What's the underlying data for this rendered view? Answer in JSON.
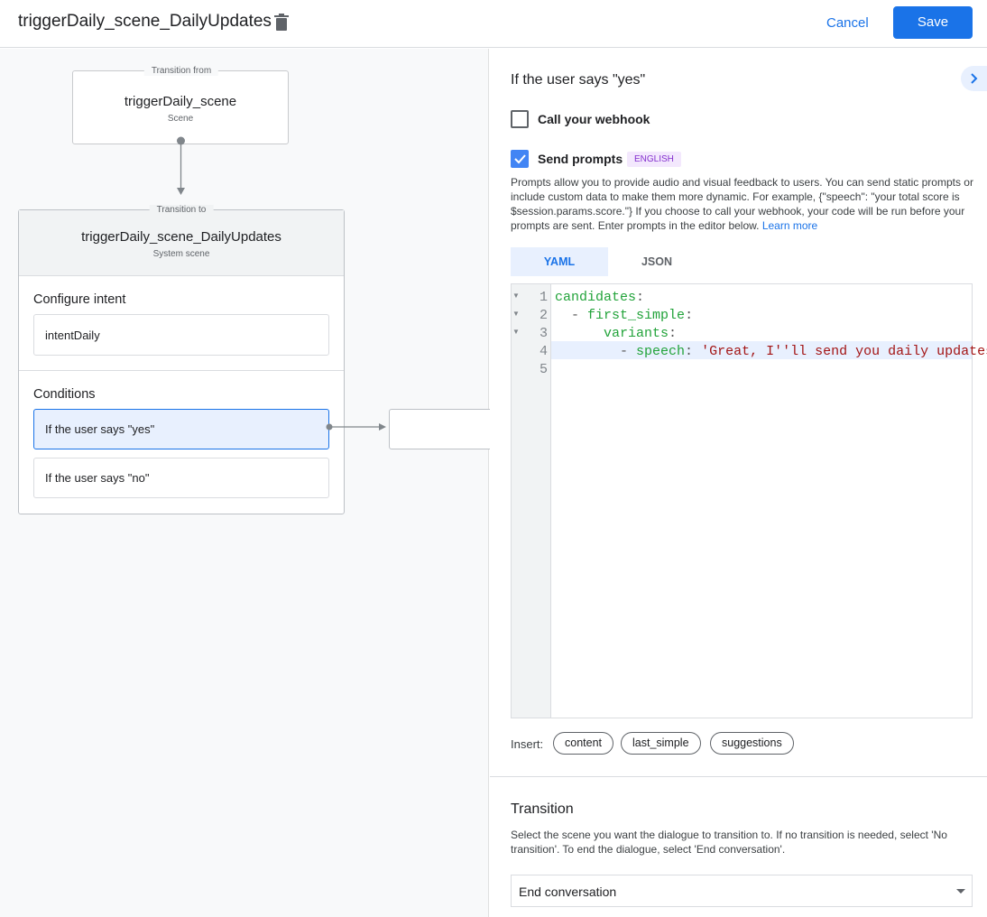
{
  "header": {
    "title": "triggerDaily_scene_DailyUpdates",
    "cancel_label": "Cancel",
    "save_label": "Save"
  },
  "canvas": {
    "from": {
      "legend": "Transition from",
      "title": "triggerDaily_scene",
      "subtitle": "Scene"
    },
    "to": {
      "legend": "Transition to",
      "title": "triggerDaily_scene_DailyUpdates",
      "subtitle": "System scene",
      "intent_heading": "Configure intent",
      "intent": "intentDaily",
      "conditions_heading": "Conditions",
      "conditions": [
        "If the user says \"yes\"",
        "If the user says \"no\""
      ]
    }
  },
  "panel": {
    "heading": "If the user says \"yes\"",
    "webhook_label": "Call your webhook",
    "webhook_checked": false,
    "prompts_label": "Send prompts",
    "prompts_checked": true,
    "language_badge": "ENGLISH",
    "description": "Prompts allow you to provide audio and visual feedback to users. You can send static prompts or include custom data to make them more dynamic. For example, {\"speech\": \"your total score is $session.params.score.\"} If you choose to call your webhook, your code will be run before your prompts are sent. Enter prompts in the editor below.",
    "learn_more": "Learn more",
    "tabs": [
      "YAML",
      "JSON"
    ],
    "active_tab": "YAML",
    "code_lines": [
      {
        "n": "1",
        "indent": "",
        "dash": "",
        "key": "candidates",
        "val": ""
      },
      {
        "n": "2",
        "indent": "  ",
        "dash": "- ",
        "key": "first_simple",
        "val": ""
      },
      {
        "n": "3",
        "indent": "      ",
        "dash": "",
        "key": "variants",
        "val": ""
      },
      {
        "n": "4",
        "indent": "        ",
        "dash": "- ",
        "key": "speech",
        "val": " 'Great, I''ll send you daily updates."
      },
      {
        "n": "5",
        "indent": "",
        "dash": "",
        "key": "",
        "val": ""
      }
    ],
    "insert_label": "Insert:",
    "insert_chips": [
      "content",
      "last_simple",
      "suggestions"
    ],
    "transition_heading": "Transition",
    "transition_desc": "Select the scene you want the dialogue to transition to. If no transition is needed, select 'No transition'. To end the dialogue, select 'End conversation'.",
    "transition_value": "End conversation"
  },
  "colors": {
    "accent": "#1a73e8",
    "yaml_key": "#22a33a",
    "yaml_string": "#a31515",
    "badge_bg": "#f3e8fd",
    "badge_fg": "#8430ce"
  }
}
